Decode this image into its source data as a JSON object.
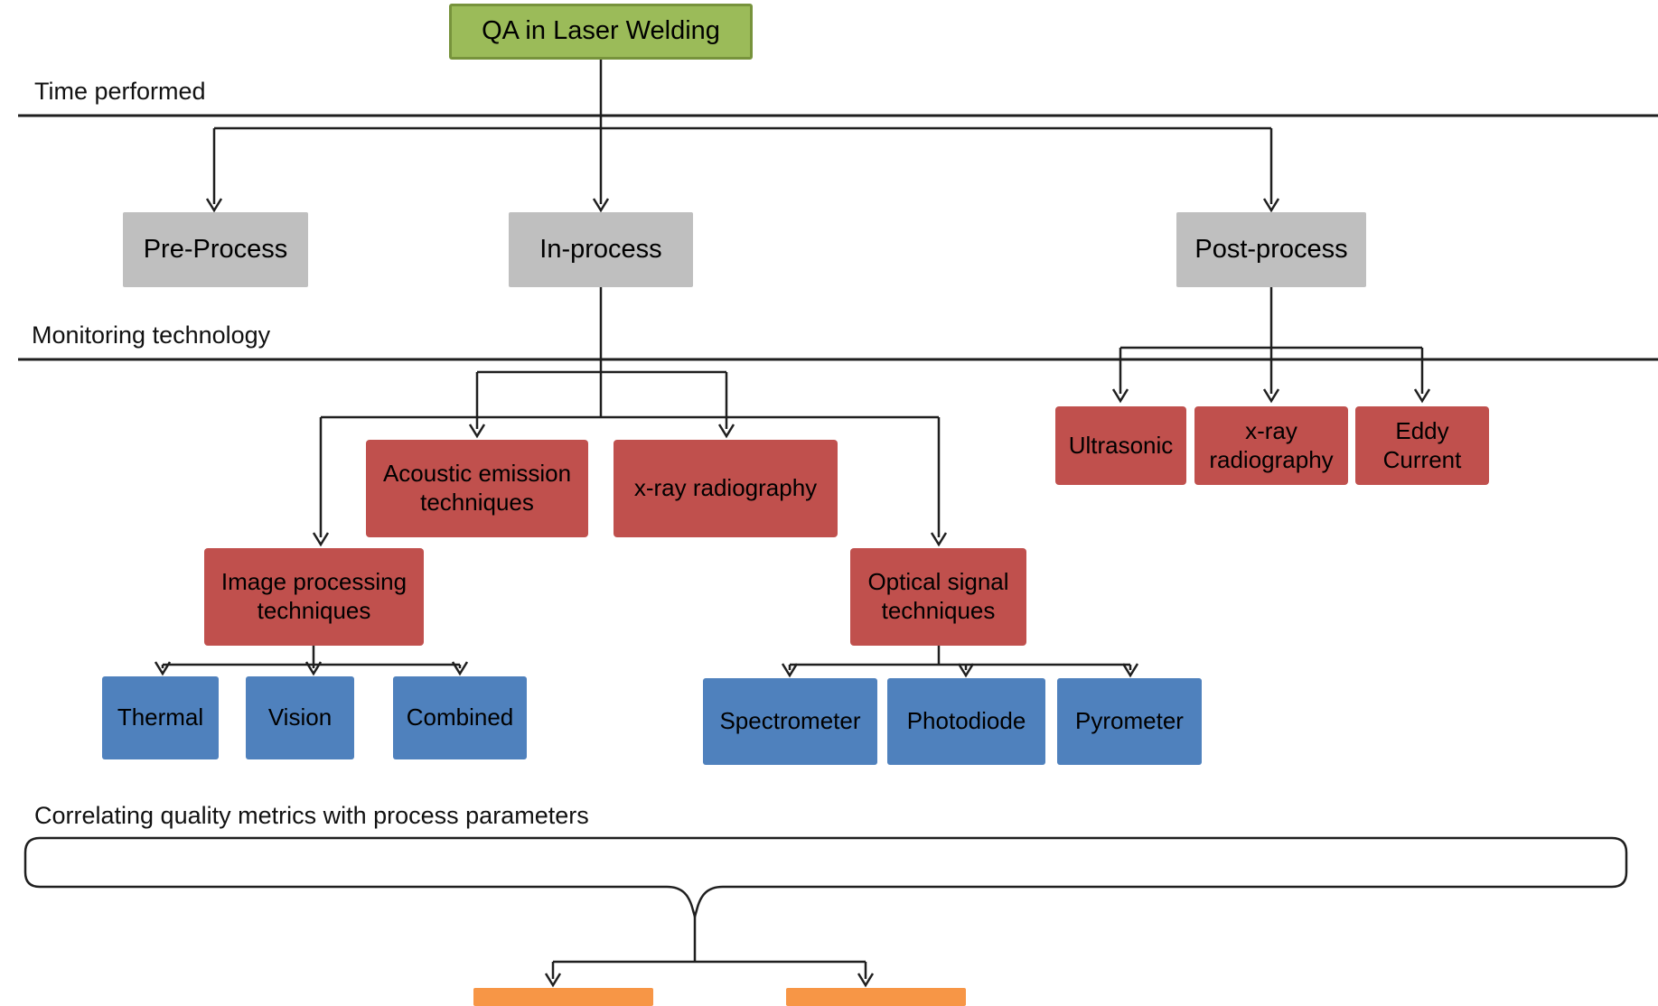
{
  "root": {
    "label": "QA in Laser Welding"
  },
  "section_labels": {
    "time_performed": "Time performed",
    "monitoring_technology": "Monitoring technology",
    "correlating": "Correlating quality metrics with process parameters"
  },
  "stages": {
    "pre_process": "Pre-Process",
    "in_process": "In-process",
    "post_process": "Post-process"
  },
  "in_process_technologies": {
    "acoustic": "Acoustic emission techniques",
    "xray": "x-ray radiography",
    "image_processing": "Image processing techniques",
    "optical_signal": "Optical signal techniques"
  },
  "post_process_technologies": {
    "ultrasonic": "Ultrasonic",
    "xray": "x-ray radiography",
    "eddy": "Eddy Current"
  },
  "image_processing_methods": {
    "thermal": "Thermal",
    "vision": "Vision",
    "combined": "Combined"
  },
  "optical_signal_methods": {
    "spectrometer": "Spectrometer",
    "photodiode": "Photodiode",
    "pyrometer": "Pyrometer"
  },
  "colors": {
    "root_fill": "#9bbb59",
    "root_border": "#77933c",
    "stage_fill": "#bfbfbf",
    "technology_fill": "#c0504d",
    "method_fill": "#4f81bd",
    "bottom_fill": "#f79646",
    "line": "#1f1f1f",
    "background": "#ffffff"
  }
}
